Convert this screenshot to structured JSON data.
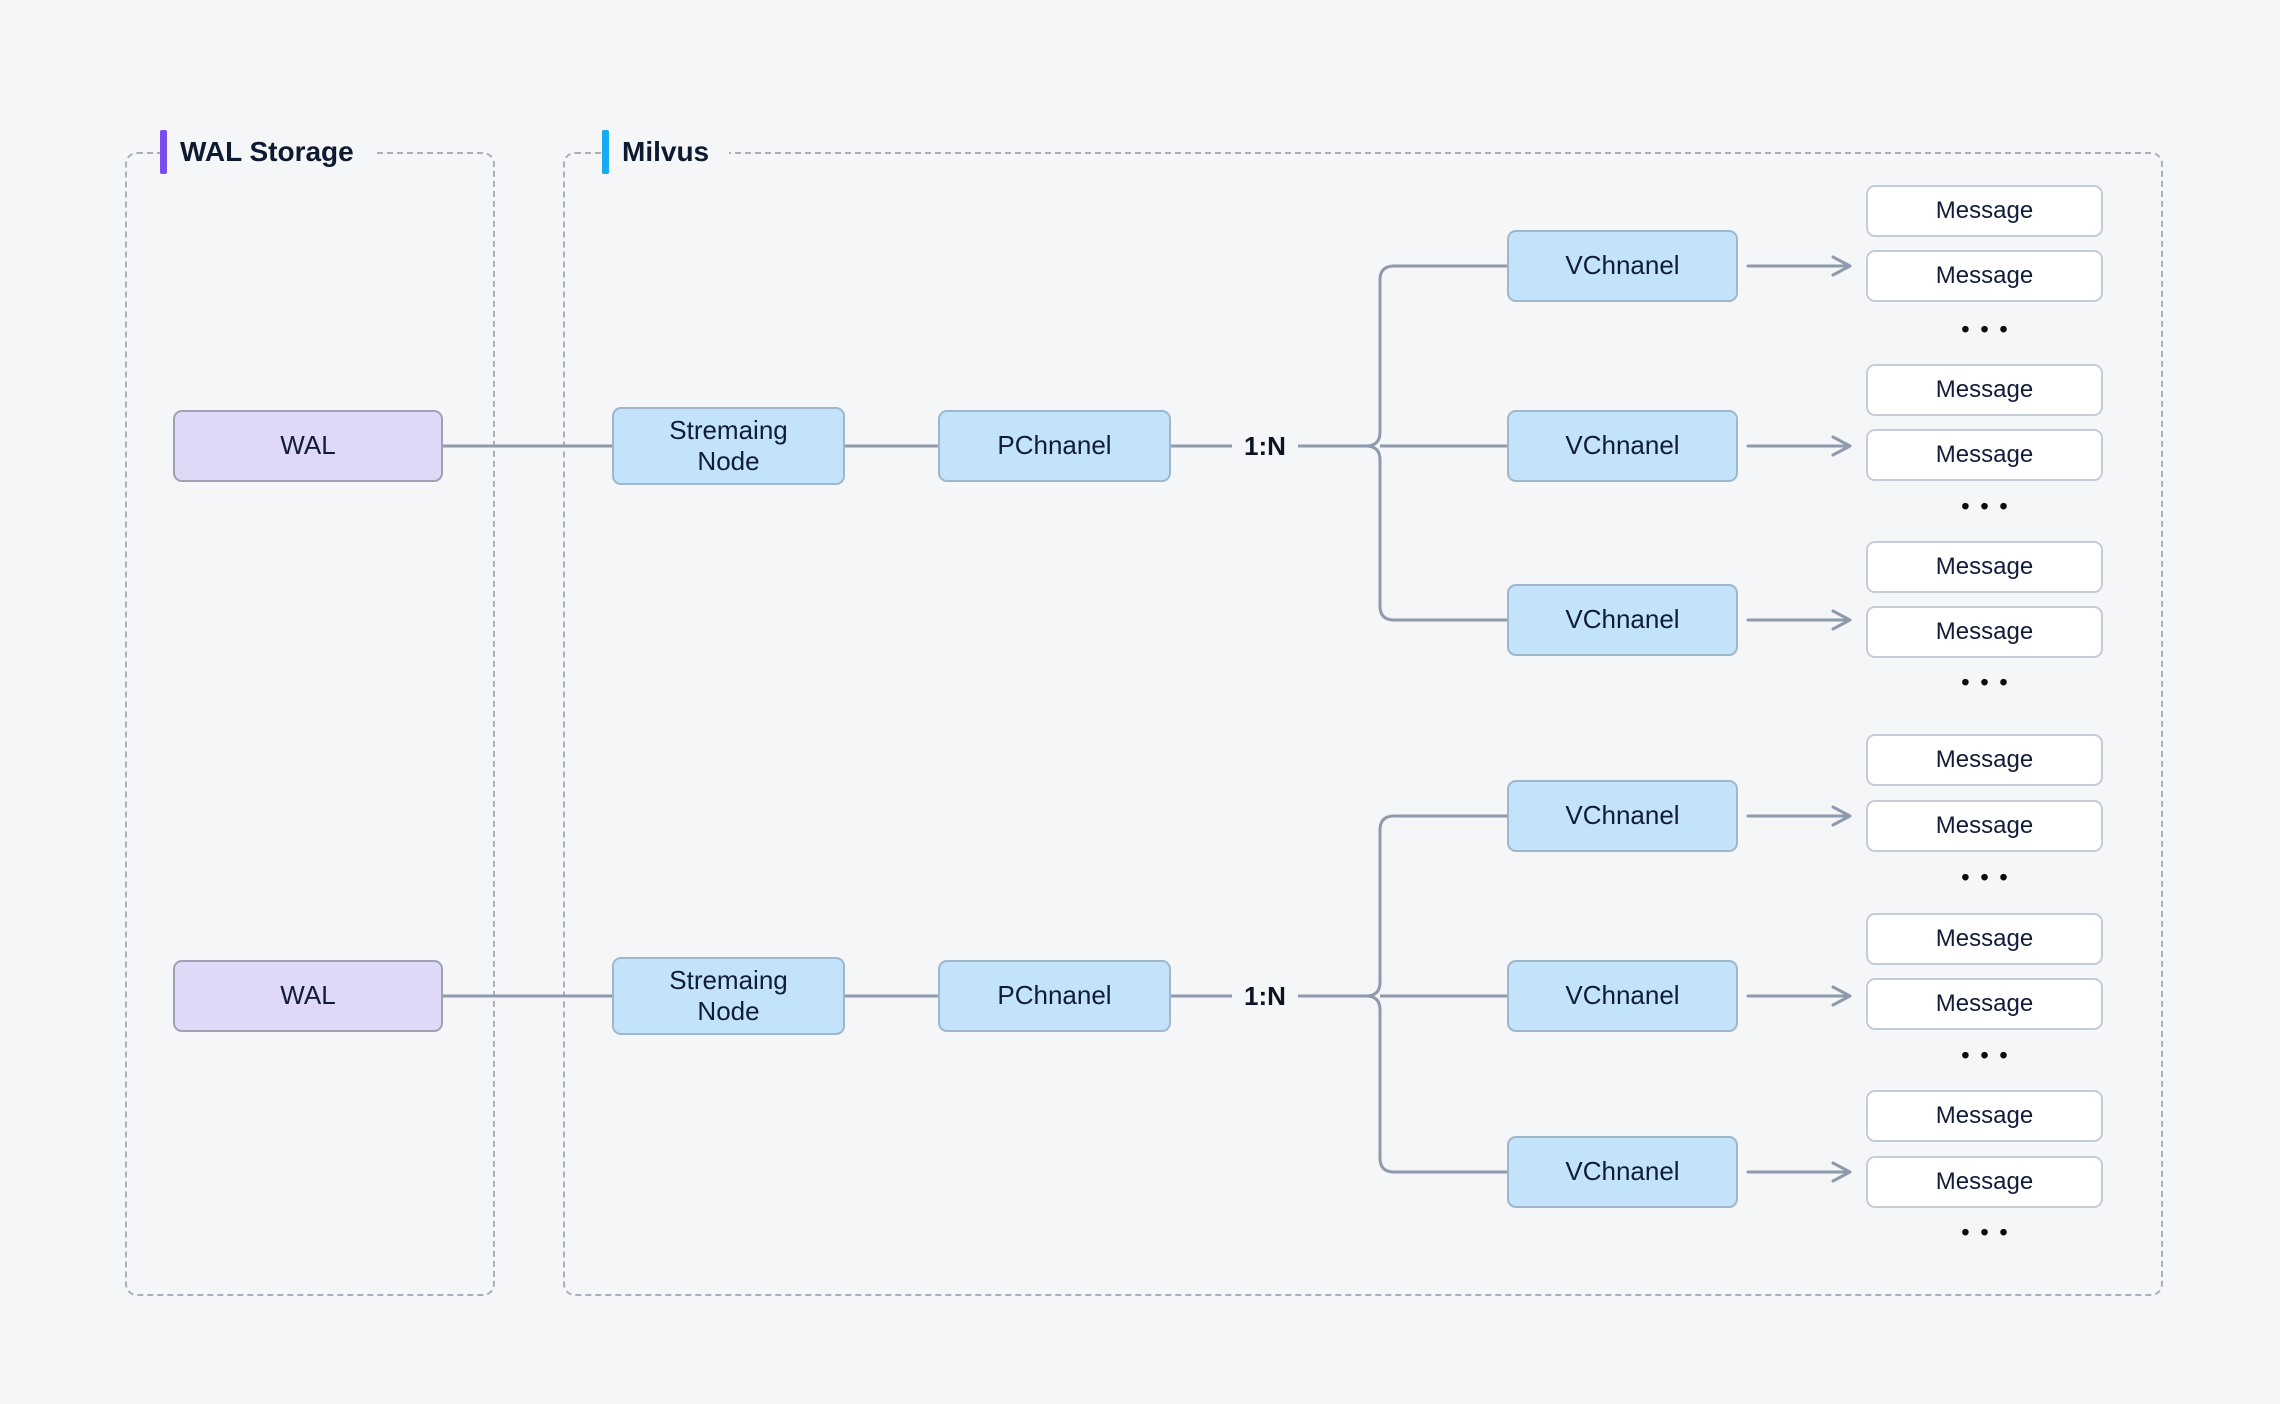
{
  "colors": {
    "background": "#f5f6f8",
    "accent_purple": "#7a4bf0",
    "accent_cyan": "#18aaf2",
    "wal_box_fill": "#ded9f6",
    "channel_box_fill": "#c2e3f9",
    "message_box_fill": "#ffffff",
    "connector": "#8f9bad",
    "text_dark": "#101c38"
  },
  "wal_storage": {
    "title": "WAL Storage",
    "rows": [
      {
        "wal": "WAL"
      },
      {
        "wal": "WAL"
      }
    ]
  },
  "milvus": {
    "title": "Milvus",
    "groups": [
      {
        "streaming_node": "Stremaing\nNode",
        "pchannel": "PChnanel",
        "ratio": "1:N",
        "vchannels": [
          {
            "label": "VChnanel",
            "messages": [
              "Message",
              "Message"
            ],
            "more": "•••"
          },
          {
            "label": "VChnanel",
            "messages": [
              "Message",
              "Message"
            ],
            "more": "•••"
          },
          {
            "label": "VChnanel",
            "messages": [
              "Message",
              "Message"
            ],
            "more": "•••"
          }
        ]
      },
      {
        "streaming_node": "Stremaing\nNode",
        "pchannel": "PChnanel",
        "ratio": "1:N",
        "vchannels": [
          {
            "label": "VChnanel",
            "messages": [
              "Message",
              "Message"
            ],
            "more": "•••"
          },
          {
            "label": "VChnanel",
            "messages": [
              "Message",
              "Message"
            ],
            "more": "•••"
          },
          {
            "label": "VChnanel",
            "messages": [
              "Message",
              "Message"
            ],
            "more": "•••"
          }
        ]
      }
    ]
  }
}
